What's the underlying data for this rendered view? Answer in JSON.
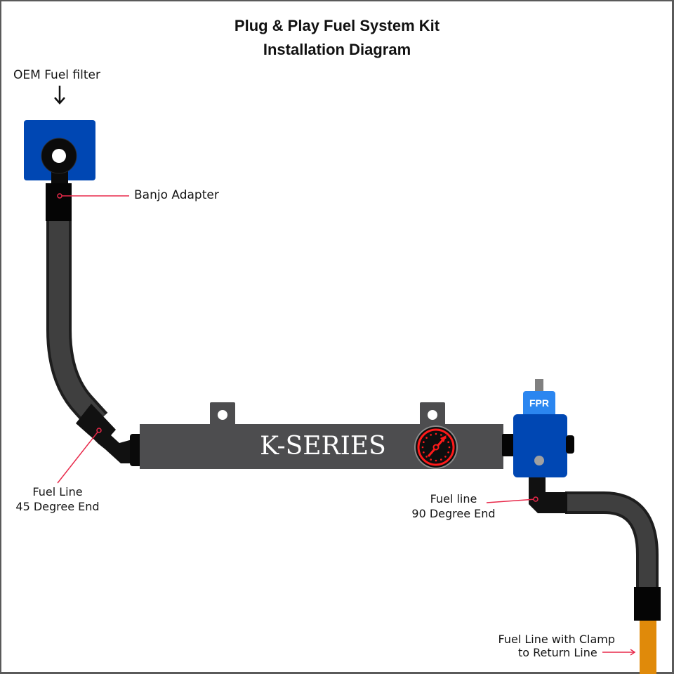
{
  "title": {
    "line1": "Plug & Play Fuel System Kit",
    "line2": "Installation Diagram"
  },
  "labels": {
    "oem_fuel_filter": "OEM Fuel filter",
    "banjo_adapter": "Banjo Adapter",
    "fuel_line_45_line1": "Fuel Line",
    "fuel_line_45_line2": "45 Degree End",
    "fuel_line_90_line1": "Fuel line",
    "fuel_line_90_line2": "90 Degree End",
    "return_line_line1": "Fuel Line with Clamp",
    "return_line_line2": "to Return Line"
  },
  "rail": {
    "brand_text": "K-SERIES"
  },
  "fpr": {
    "label": "FPR"
  },
  "colors": {
    "filter_blue": "#0047b3",
    "fpr_light_blue": "#2b86f0",
    "rail_gray": "#4d4d4f",
    "hose_gray": "#3d3d3d",
    "fitting_black": "#111111",
    "callout_red": "#e8294a",
    "gauge_red": "#ff1a1a",
    "return_line_orange": "#e08a0a"
  }
}
